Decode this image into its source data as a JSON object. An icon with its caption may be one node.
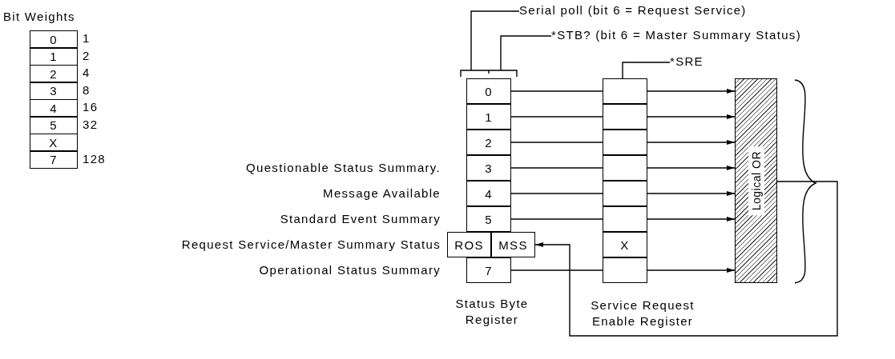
{
  "diagram": {
    "nodes": [
      {
        "text": [
          "Serial poll (bit 6 = Request Service)"
        ]
      },
      {
        "text": [
          "*STB? (bit 6 = Master Summary Status)"
        ]
      },
      {
        "text": [
          "*SRE"
        ]
      },
      {
        "text": [
          "Status Byte Register"
        ]
      },
      {
        "text": [
          "0"
        ],
        "in": 3
      },
      {
        "text": [
          "1"
        ],
        "in": 3
      },
      {
        "text": [
          "2"
        ],
        "in": 3
      },
      {
        "text": [
          "3"
        ],
        "in": 3,
        "beside": [
          "Questionable Status Summary."
        ]
      },
      {
        "text": [
          "4"
        ],
        "in": 3,
        "beside": [
          "Message Available"
        ]
      },
      {
        "text": [
          "5"
        ],
        "in": 3
      },
      {
        "text": [
          "ROS"
        ],
        "in": 3,
        "beside": [
          "Request Service/Master Summary Status"
        ]
      },
      {
        "text": [
          "MSS"
        ],
        "in": 3
      },
      {
        "text": [
          "7"
        ],
        "in": 3
      },
      {
        "text": [
          "Service Request Enable Register"
        ]
      },
      {
        "text": [],
        "shape": "box",
        "in": 13
      },
      {
        "text": [],
        "shape": "box",
        "in": 13
      },
      {
        "text": [],
        "shape": "box",
        "in": 13
      },
      {
        "text": [],
        "shape": "box",
        "in": 13
      },
      {
        "text": [],
        "shape": "box",
        "in": 13
      },
      {
        "text": [],
        "shape": "box",
        "in": 13
      },
      {
        "text": [
          "X"
        ],
        "in": 13
      },
      {
        "text": [],
        "shape": "box",
        "in": 13
      },
      {
        "text": [
          "Logical OR"
        ]
      }
    ],
    "edges": [
      {
        "from": 0,
        "to": 3,
        "arrow": "none"
      },
      {
        "from": 1,
        "to": 3,
        "arrow": "none"
      },
      {
        "from": 2,
        "to": 13,
        "arrow": "none"
      },
      {
        "from": 4,
        "to": 14,
        "arrow": "none"
      },
      {
        "from": 5,
        "to": 15,
        "arrow": "none"
      },
      {
        "from": 6,
        "to": 16,
        "arrow": "none"
      },
      {
        "from": 7,
        "to": 17,
        "arrow": "none"
      },
      {
        "from": 8,
        "to": 18,
        "arrow": "none"
      },
      {
        "from": 9,
        "to": 19,
        "arrow": "none"
      },
      {
        "from": 12,
        "to": 21,
        "arrow": "none"
      },
      {
        "from": 14,
        "to": 22,
        "arrow": "to"
      },
      {
        "from": 15,
        "to": 22,
        "arrow": "to"
      },
      {
        "from": 16,
        "to": 22,
        "arrow": "to"
      },
      {
        "from": 17,
        "to": 22,
        "arrow": "to"
      },
      {
        "from": 18,
        "to": 22,
        "arrow": "to"
      },
      {
        "from": 19,
        "to": 22,
        "arrow": "to"
      },
      {
        "from": 21,
        "to": 22,
        "arrow": "to"
      },
      {
        "from": 22,
        "to": 11,
        "arrow": "to"
      }
    ],
    "labels": [
      "Bit Weights",
      "0",
      "1",
      "1",
      "2",
      "2",
      "4",
      "3",
      "8",
      "4",
      "16",
      "5",
      "32",
      "X",
      "7",
      "128",
      "Standard Event Summary",
      "Operational Status Summary"
    ]
  }
}
